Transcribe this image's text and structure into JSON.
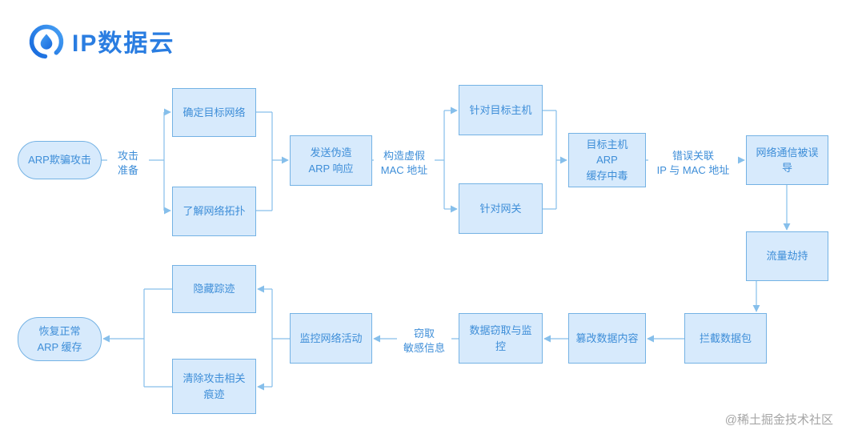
{
  "header": {
    "logo_text": "IP数据云"
  },
  "watermark": "@稀土掘金技术社区",
  "colors": {
    "node_fill": "#d7eafc",
    "node_border": "#74b2e4",
    "node_text": "#3e8ed8",
    "arrow": "#86bfeb",
    "logo_blue": "#2a7de1",
    "watermark_gray": "#a6a6a6"
  },
  "diagram": {
    "type": "flowchart",
    "title_implied": "ARP欺骗攻击流程",
    "nodes": {
      "start": "ARP欺骗攻击",
      "confirm_network": "确定目标网络",
      "understand_topology": "了解网络拓扑",
      "send_fake_arp": "发送伪造\nARP 响应",
      "target_host": "针对目标主机",
      "target_gateway": "针对网关",
      "arp_cache_poison": "目标主机\nARP\n缓存中毒",
      "comm_misled": "网络通信被误\n导",
      "traffic_hijack": "流量劫持",
      "intercept_packets": "拦截数据包",
      "tamper_data": "篡改数据内容",
      "steal_monitor": "数据窃取与监\n控",
      "monitor_network": "监控网络活动",
      "hide_tracks": "隐藏踪迹",
      "clear_traces": "清除攻击相关\n痕迹",
      "restore_cache": "恢复正常\nARP 缓存"
    },
    "edge_labels": {
      "attack_prep": "攻击\n准备",
      "fake_mac": "构造虚假\nMAC 地址",
      "wrong_assoc": "错误关联\nIP 与 MAC 地址",
      "steal_info": "窃取\n敏感信息"
    }
  }
}
